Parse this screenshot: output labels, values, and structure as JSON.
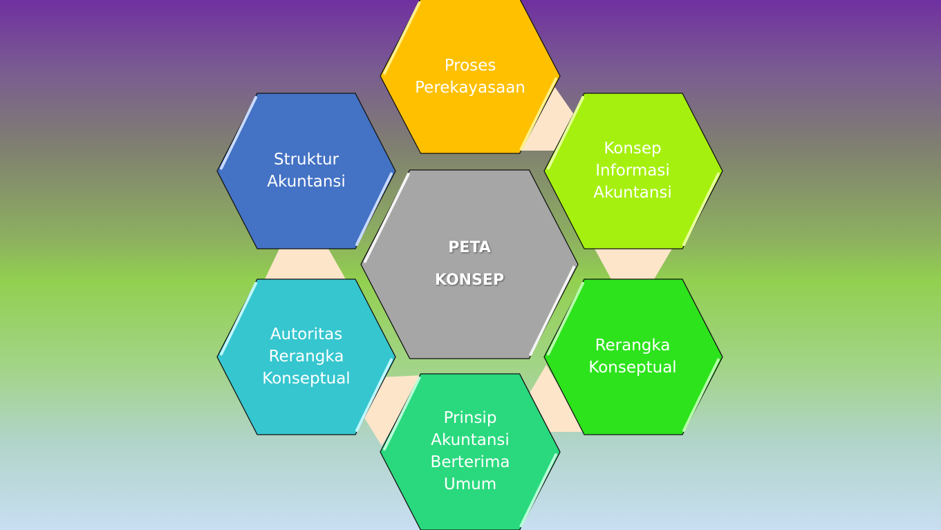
{
  "center": {
    "line1": "PETA",
    "line2": "KONSEP",
    "color": "#A6A6A6"
  },
  "nodes": [
    {
      "label": "Proses\nPerekayasaan",
      "color": "#FFC000",
      "highlight": "#FFF08A"
    },
    {
      "label": "Konsep\nInformasi\nAkuntansi",
      "color": "#A5F00E",
      "highlight": "#E6FF9A"
    },
    {
      "label": "Rerangka\nKonseptual",
      "color": "#2DE31C",
      "highlight": "#B6FFAA"
    },
    {
      "label": "Prinsip\nAkuntansi\nBerterima\nUmum",
      "color": "#2AD97E",
      "highlight": "#B8FFD8"
    },
    {
      "label": "Autoritas\nRerangka\nKonseptual",
      "color": "#36C6CF",
      "highlight": "#C0F7FF"
    },
    {
      "label": "Struktur\nAkuntansi",
      "color": "#4472C4",
      "highlight": "#C8DAFF"
    }
  ],
  "connector_color": "#FDE5CA"
}
